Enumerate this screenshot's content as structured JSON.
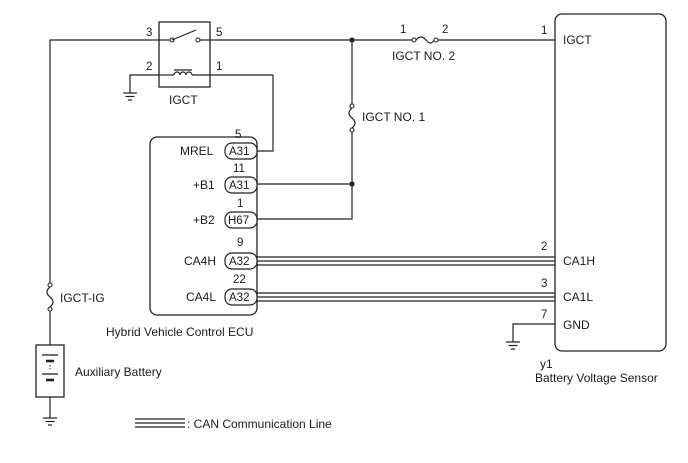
{
  "relay": {
    "name": "IGCT",
    "pins": {
      "p1": "1",
      "p2": "2",
      "p3": "3",
      "p5": "5"
    }
  },
  "fuses": {
    "igct_no2": {
      "label": "IGCT NO. 2",
      "pin_left": "1",
      "pin_right": "2"
    },
    "igct_no1": {
      "label": "IGCT NO. 1"
    },
    "igct_ig": {
      "label": "IGCT-IG"
    }
  },
  "battery": {
    "label": "Auxiliary Battery"
  },
  "ecu": {
    "label": "Hybrid Vehicle Control ECU",
    "terminals": [
      {
        "signal": "MREL",
        "connector": "A31",
        "pin": "5"
      },
      {
        "signal": "+B1",
        "connector": "A31",
        "pin": "11"
      },
      {
        "signal": "+B2",
        "connector": "H67",
        "pin": "1"
      },
      {
        "signal": "CA4H",
        "connector": "A32",
        "pin": "9"
      },
      {
        "signal": "CA4L",
        "connector": "A32",
        "pin": "22"
      }
    ]
  },
  "sensor": {
    "code": "y1",
    "label": "Battery Voltage Sensor",
    "terminals": [
      {
        "signal": "IGCT",
        "pin": "1"
      },
      {
        "signal": "CA1H",
        "pin": "2"
      },
      {
        "signal": "CA1L",
        "pin": "3"
      },
      {
        "signal": "GND",
        "pin": "7"
      }
    ]
  },
  "legend": {
    "label": ": CAN Communication Line"
  }
}
